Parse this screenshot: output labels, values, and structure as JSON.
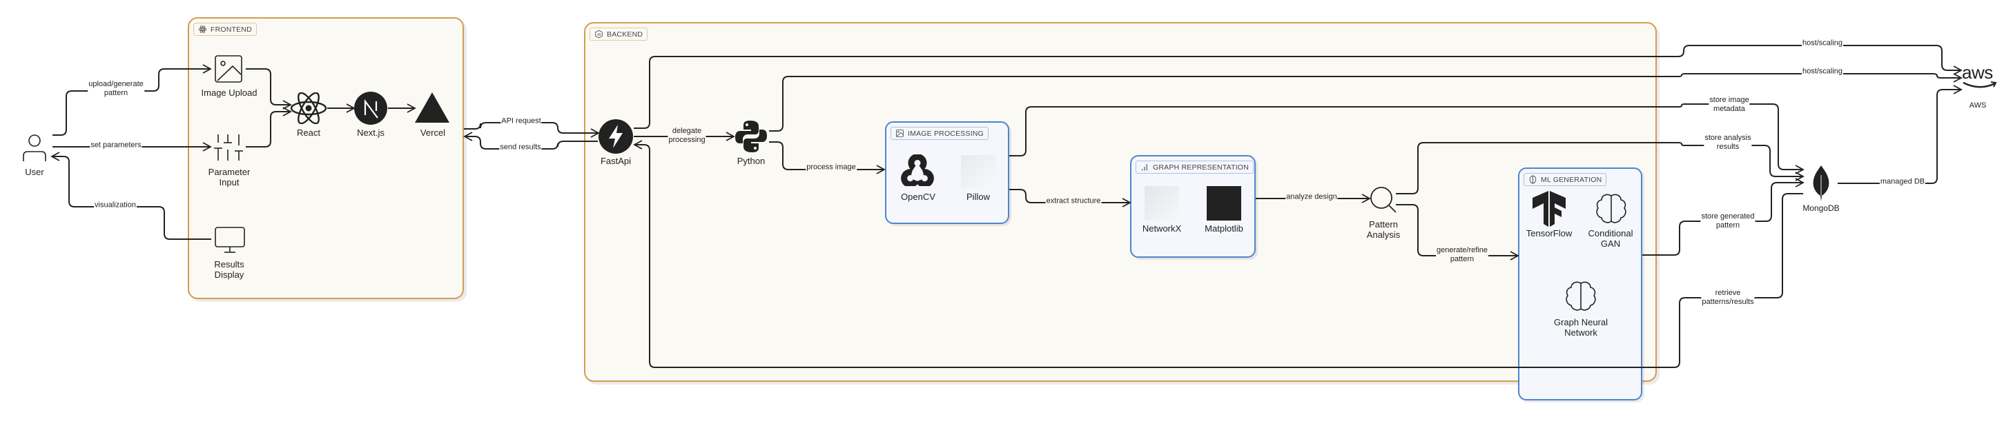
{
  "diagram": {
    "groups": {
      "frontend": {
        "title": "FRONTEND",
        "icon": "react-icon"
      },
      "backend": {
        "title": "BACKEND",
        "icon": "nodejs-icon"
      },
      "image_processing": {
        "title": "IMAGE PROCESSING",
        "icon": "image-icon"
      },
      "graph_representation": {
        "title": "GRAPH REPRESENTATION",
        "icon": "bar-chart-icon"
      },
      "ml_generation": {
        "title": "ML GENERATION",
        "icon": "brain-icon"
      }
    },
    "nodes": {
      "user": {
        "label": "User",
        "icon": "user-icon"
      },
      "image_upload": {
        "label": "Image Upload",
        "icon": "image-icon"
      },
      "parameter_input": {
        "label_line1": "Parameter",
        "label_line2": "Input",
        "icon": "sliders-icon"
      },
      "results_display": {
        "label_line1": "Results",
        "label_line2": "Display",
        "icon": "monitor-icon"
      },
      "react": {
        "label": "React",
        "icon": "react-icon"
      },
      "nextjs": {
        "label": "Next.js",
        "icon": "nextjs-icon"
      },
      "vercel": {
        "label": "Vercel",
        "icon": "vercel-icon"
      },
      "fastapi": {
        "label": "FastApi",
        "icon": "fastapi-icon"
      },
      "python": {
        "label": "Python",
        "icon": "python-icon"
      },
      "opencv": {
        "label": "OpenCV",
        "icon": "opencv-icon"
      },
      "pillow": {
        "label": "Pillow",
        "icon": "pillow-placeholder-icon"
      },
      "networkx": {
        "label": "NetworkX",
        "icon": "networkx-placeholder-icon"
      },
      "matplotlib": {
        "label": "Matplotlib",
        "icon": "matplotlib-placeholder-icon"
      },
      "pattern_analysis": {
        "label_line1": "Pattern",
        "label_line2": "Analysis",
        "icon": "search-icon"
      },
      "tensorflow": {
        "label": "TensorFlow",
        "icon": "tensorflow-icon"
      },
      "conditional_gan": {
        "label_line1": "Conditional",
        "label_line2": "GAN",
        "icon": "brain-icon"
      },
      "gnn": {
        "label_line1": "Graph Neural",
        "label_line2": "Network",
        "icon": "brain-icon"
      },
      "mongodb": {
        "label": "MongoDB",
        "icon": "mongodb-leaf-icon"
      },
      "aws": {
        "label": "AWS",
        "logo_text": "aws",
        "icon": "aws-icon"
      }
    },
    "edges": {
      "upload_generate": {
        "line1": "upload/generate",
        "line2": "pattern"
      },
      "set_parameters": "set parameters",
      "visualization": "visualization",
      "api_request": "API request",
      "send_results": "send results",
      "delegate_processing": {
        "line1": "delegate",
        "line2": "processing"
      },
      "process_image": "process image",
      "extract_structure": "extract structure",
      "analyze_design": "analyze design",
      "generate_refine": {
        "line1": "generate/refine",
        "line2": "pattern"
      },
      "host_scaling_1": "host/scaling",
      "host_scaling_2": "host/scaling",
      "store_image_metadata": {
        "line1": "store image",
        "line2": "metadata"
      },
      "store_analysis_results": {
        "line1": "store analysis",
        "line2": "results"
      },
      "store_generated_pattern": {
        "line1": "store generated",
        "line2": "pattern"
      },
      "retrieve_patterns": {
        "line1": "retrieve",
        "line2": "patterns/results"
      },
      "managed_db": "managed DB"
    },
    "colors": {
      "group_border": "#d19d4f",
      "group_fill": "#fbf9f4",
      "subgroup_border": "#4e84cc",
      "subgroup_fill": "#f5f7fc",
      "icon_dark": "#222222"
    }
  }
}
